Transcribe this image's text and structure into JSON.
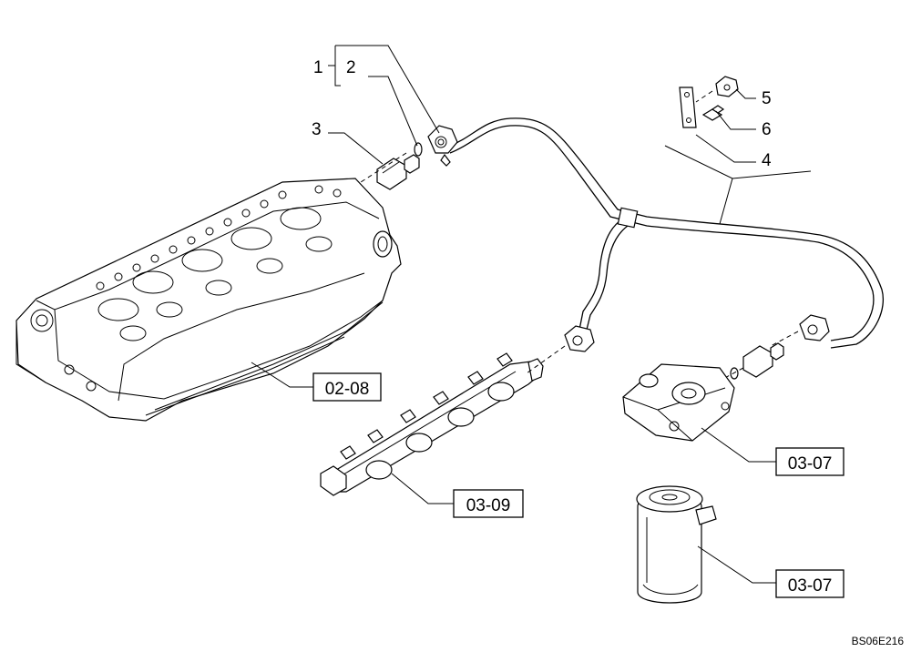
{
  "callouts": {
    "c1": "1",
    "c2": "2",
    "c3": "3",
    "c4": "4",
    "c5": "5",
    "c6": "6"
  },
  "references": {
    "cylinder_head": "02-08",
    "fuel_rail": "03-09",
    "filter_head": "03-07",
    "filter_cartridge": "03-07"
  },
  "drawing_code": "BS06E216"
}
